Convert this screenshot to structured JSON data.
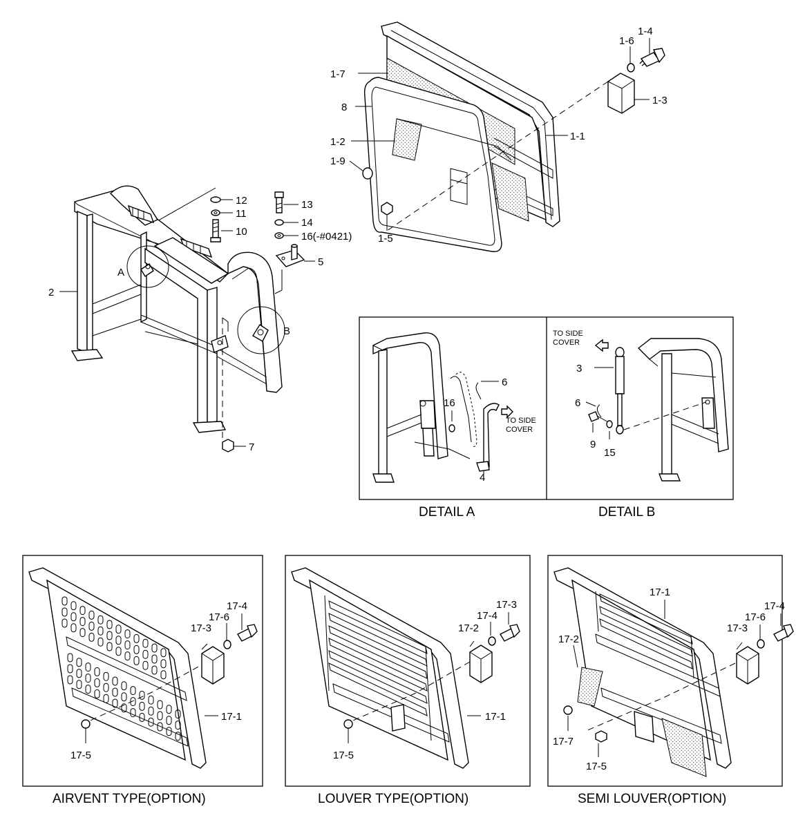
{
  "main_view": {
    "labels": {
      "l_1_4": "1-4",
      "l_1_6": "1-6",
      "l_1_7": "1-7",
      "l_1_3": "1-3",
      "l_8": "8",
      "l_1_1": "1-1",
      "l_1_2": "1-2",
      "l_1_9": "1-9",
      "l_1_5": "1-5",
      "l_12": "12",
      "l_13": "13",
      "l_11": "11",
      "l_14": "14",
      "l_10": "10",
      "l_16": "16(-#0421)",
      "l_5": "5",
      "l_2": "2",
      "l_A": "A",
      "l_B": "B",
      "l_7": "7"
    }
  },
  "detail_a": {
    "title": "DETAIL  A",
    "labels": {
      "l_6": "6",
      "l_16": "16",
      "l_4": "4",
      "note_1": "TO SIDE",
      "note_2": "COVER"
    }
  },
  "detail_b": {
    "title": "DETAIL  B",
    "labels": {
      "note_1": "TO SIDE",
      "note_2": "COVER",
      "l_3": "3",
      "l_6": "6",
      "l_9": "9",
      "l_15": "15"
    }
  },
  "airvent": {
    "title": "AIRVENT TYPE(OPTION)",
    "labels": {
      "l_17_4": "17-4",
      "l_17_6": "17-6",
      "l_17_3": "17-3",
      "l_17_1": "17-1",
      "l_17_5": "17-5"
    }
  },
  "louver": {
    "title": "LOUVER TYPE(OPTION)",
    "labels": {
      "l_17_3": "17-3",
      "l_17_4": "17-4",
      "l_17_2": "17-2",
      "l_17_1": "17-1",
      "l_17_5": "17-5"
    }
  },
  "semi_louver": {
    "title": "SEMI LOUVER(OPTION)",
    "labels": {
      "l_17_1": "17-1",
      "l_17_4": "17-4",
      "l_17_6": "17-6",
      "l_17_3": "17-3",
      "l_17_2": "17-2",
      "l_17_7": "17-7",
      "l_17_5": "17-5"
    }
  }
}
